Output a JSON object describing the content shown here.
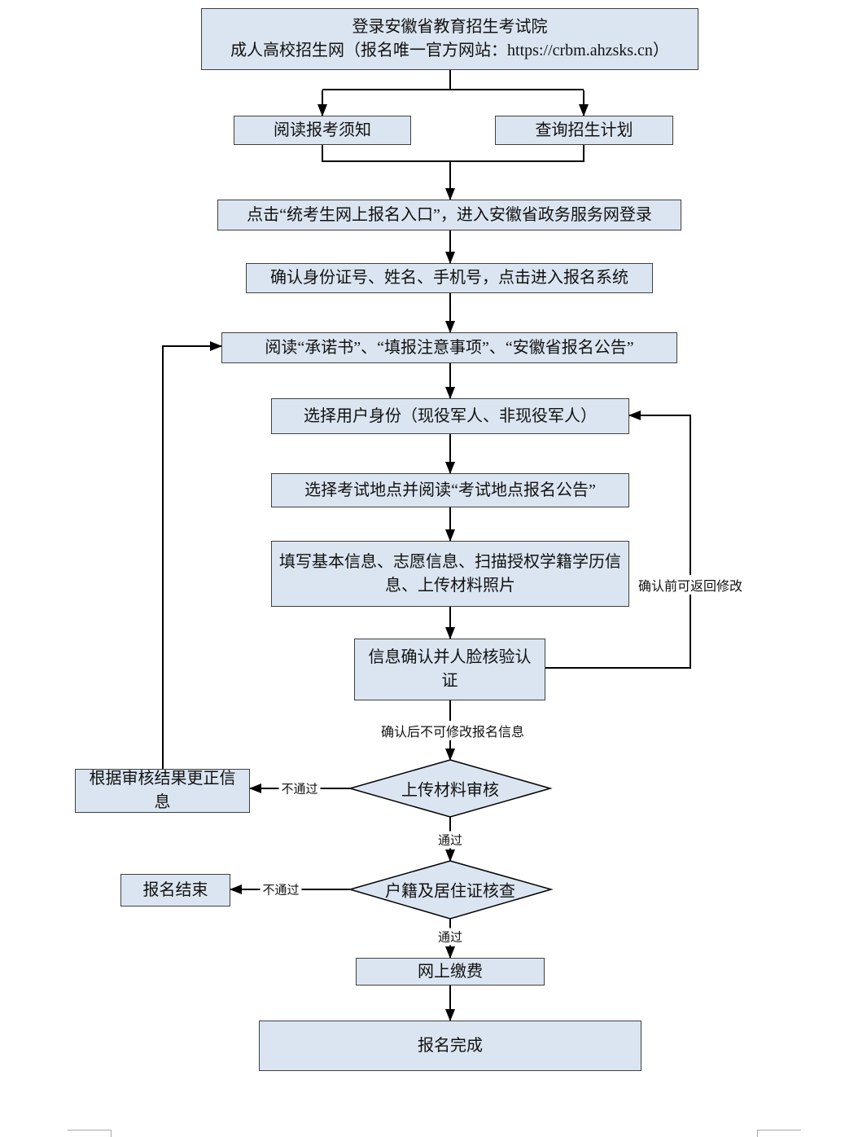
{
  "flowchart": {
    "nodes": {
      "login_portal": {
        "line1": "登录安徽省教育招生考试院",
        "line2": "成人高校招生网（报名唯一官方网站：https://crbm.ahzsks.cn）"
      },
      "read_notice": {
        "label": "阅读报考须知"
      },
      "query_plan": {
        "label": "查询招生计划"
      },
      "click_entry": {
        "label": "点击“统考生网上报名入口”，进入安徽省政务服务网登录"
      },
      "confirm_identity": {
        "label": "确认身份证号、姓名、手机号，点击进入报名系统"
      },
      "read_commitment": {
        "label": "阅读“承诺书”、“填报注意事项”、“安徽省报名公告”"
      },
      "select_user_type": {
        "label": "选择用户身份（现役军人、非现役军人）"
      },
      "select_exam_site": {
        "label": "选择考试地点并阅读“考试地点报名公告”"
      },
      "fill_info": {
        "label": "填写基本信息、志愿信息、扫描授权学籍学历信息、上传材料照片"
      },
      "confirm_face_check": {
        "label": "信息确认并人脸核验认证"
      },
      "material_review": {
        "label": "上传材料审核"
      },
      "correct_info": {
        "label": "根据审核结果更正信息"
      },
      "residence_check": {
        "label": "户籍及居住证核查"
      },
      "registration_end": {
        "label": "报名结束"
      },
      "online_payment": {
        "label": "网上缴费"
      },
      "registration_complete": {
        "label": "报名完成"
      }
    },
    "edge_labels": {
      "before_confirm_note": "确认前可返回修改",
      "after_confirm_note": "确认后不可修改报名信息",
      "material_fail": "不通过",
      "material_pass": "通过",
      "residence_fail": "不通过",
      "residence_pass": "通过"
    },
    "colors": {
      "node_fill": "#dbe5f1",
      "node_border": "#404040",
      "line": "#000000"
    }
  }
}
